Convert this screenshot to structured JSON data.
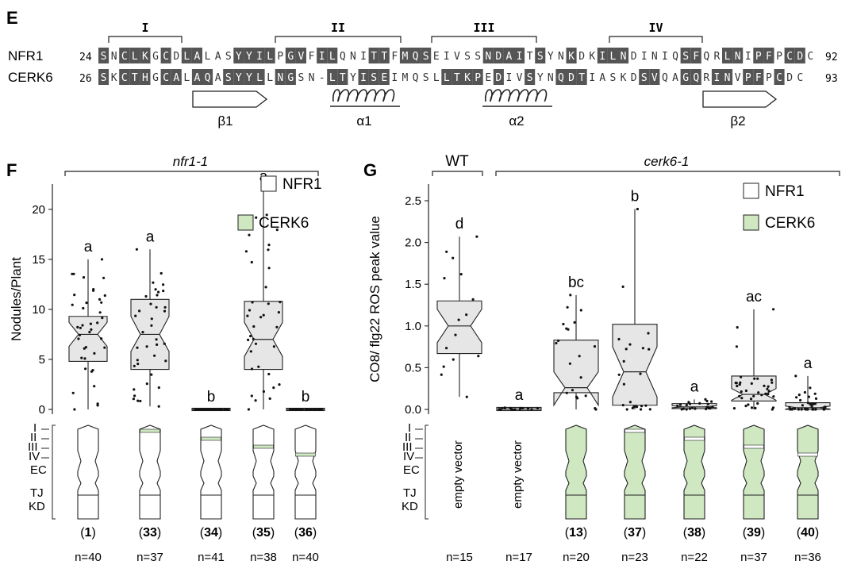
{
  "panel_e": {
    "label": "E",
    "regions": [
      "I",
      "II",
      "III",
      "IV"
    ],
    "rows": [
      {
        "name": "NFR1",
        "start": "24",
        "end": "92",
        "seq": "SNCLKGCDLALASYYILPGVFILQNITTFMQSEIVSSNDAITSYNKDKILNDINIQSFQRLNIPFPCDC",
        "shade": "1011101011000111101101100011011100000111101001001110000011001101101101"
      },
      {
        "name": "CERK6",
        "start": "26",
        "end": "93",
        "seq": "SKCTHGCALAQASYYLLNGSN-LTYISEIMQSLLTKPEDIVSYNQDTIASKDSVQAGQRINVPFPCDC",
        "shade": "101110110110111101100011011100000111101001001110000011001101101101"
      }
    ],
    "structure": [
      "β1",
      "α1",
      "α2",
      "β2"
    ]
  },
  "panel_f": {
    "label": "F",
    "group_label": "nfr1-1",
    "y_axis_label": "Nodules/Plant",
    "legend": [
      {
        "label": "NFR1",
        "color": "#ffffff"
      },
      {
        "label": "CERK6",
        "color": "#cfe8c2"
      }
    ],
    "domain_labels": [
      "I",
      "II",
      "III",
      "IV",
      "EC",
      "TJ",
      "KD"
    ],
    "construct_labels": [
      {
        "num": "1",
        "n": "n=40"
      },
      {
        "num": "33",
        "n": "n=37"
      },
      {
        "num": "34",
        "n": "n=41"
      },
      {
        "num": "35",
        "n": "n=38"
      },
      {
        "num": "36",
        "n": "n=40"
      }
    ]
  },
  "panel_g": {
    "label": "G",
    "group_labels": [
      "WT",
      "cerk6-1"
    ],
    "y_axis_label": "CO8/ flg22 ROS peak value",
    "legend": [
      {
        "label": "NFR1",
        "color": "#ffffff"
      },
      {
        "label": "CERK6",
        "color": "#cfe8c2"
      }
    ],
    "empty_label": "empty vector",
    "construct_labels": [
      {
        "num": "",
        "n": "n=15"
      },
      {
        "num": "",
        "n": "n=17"
      },
      {
        "num": "13",
        "n": "n=20"
      },
      {
        "num": "37",
        "n": "n=23"
      },
      {
        "num": "38",
        "n": "n=22"
      },
      {
        "num": "39",
        "n": "n=37"
      },
      {
        "num": "40",
        "n": "n=36"
      }
    ]
  },
  "chart_data": [
    {
      "type": "box",
      "title": "nfr1-1",
      "ylabel": "Nodules/Plant",
      "ylim": [
        0,
        23
      ],
      "yticks": [
        0,
        5,
        10,
        15,
        20
      ],
      "categories": [
        "1",
        "33",
        "34",
        "35",
        "36"
      ],
      "series": [
        {
          "name": "(1)",
          "min": 0,
          "q1": 4.8,
          "median": 7.5,
          "q3": 9.3,
          "max": 15,
          "notch": [
            6.3,
            8.7
          ],
          "letter": "a",
          "n": 40
        },
        {
          "name": "(33)",
          "min": 0.3,
          "q1": 4,
          "median": 7.5,
          "q3": 11,
          "max": 16,
          "notch": [
            5.8,
            9.3
          ],
          "letter": "a",
          "n": 37
        },
        {
          "name": "(34)",
          "min": 0,
          "q1": 0,
          "median": 0,
          "q3": 0,
          "max": 0,
          "letter": "b",
          "n": 41
        },
        {
          "name": "(35)",
          "min": 0,
          "q1": 4,
          "median": 7,
          "q3": 10.8,
          "max": 22,
          "notch": [
            5.3,
            8.7
          ],
          "letter": "a",
          "n": 38
        },
        {
          "name": "(36)",
          "min": 0,
          "q1": 0,
          "median": 0,
          "q3": 0,
          "max": 0,
          "letter": "b",
          "n": 40
        }
      ]
    },
    {
      "type": "box",
      "title": "cerk6-1",
      "ylabel": "CO8/ flg22 ROS peak value",
      "ylim": [
        0,
        2.6
      ],
      "yticks": [
        0.0,
        0.5,
        1.0,
        1.5,
        2.0,
        2.5
      ],
      "ytick_labels": [
        "0.0",
        "0.5",
        "1.0",
        "1.5",
        "2.0",
        "2.5"
      ],
      "categories": [
        "WT empty vector",
        "empty vector",
        "13",
        "37",
        "38",
        "39",
        "40"
      ],
      "series": [
        {
          "name": "WT empty vector",
          "min": 0.15,
          "q1": 0.67,
          "median": 1.0,
          "q3": 1.3,
          "max": 2.07,
          "notch": [
            0.8,
            1.2
          ],
          "letter": "d",
          "n": 15
        },
        {
          "name": "empty vector",
          "min": 0,
          "q1": 0,
          "median": 0.005,
          "q3": 0.01,
          "max": 0.02,
          "letter": "a",
          "n": 17
        },
        {
          "name": "(13)",
          "min": 0,
          "q1": 0.2,
          "median": 0.26,
          "q3": 0.83,
          "max": 1.37,
          "notch": [
            0.05,
            0.45
          ],
          "letter": "bc",
          "n": 20
        },
        {
          "name": "(37)",
          "min": 0,
          "q1": 0.05,
          "median": 0.45,
          "q3": 1.02,
          "max": 2.4,
          "notch": [
            0.15,
            0.75
          ],
          "letter": "b",
          "n": 23
        },
        {
          "name": "(38)",
          "min": 0,
          "q1": 0.01,
          "median": 0.03,
          "q3": 0.07,
          "max": 0.12,
          "notch": [
            0.02,
            0.045
          ],
          "letter": "a",
          "n": 22
        },
        {
          "name": "(39)",
          "min": 0,
          "q1": 0.1,
          "median": 0.18,
          "q3": 0.4,
          "max": 1.2,
          "notch": [
            0.11,
            0.25
          ],
          "letter": "ac",
          "n": 37
        },
        {
          "name": "(40)",
          "min": 0,
          "q1": 0,
          "median": 0.02,
          "q3": 0.08,
          "max": 0.4,
          "notch": [
            0.005,
            0.04
          ],
          "letter": "a",
          "n": 36
        }
      ]
    }
  ]
}
